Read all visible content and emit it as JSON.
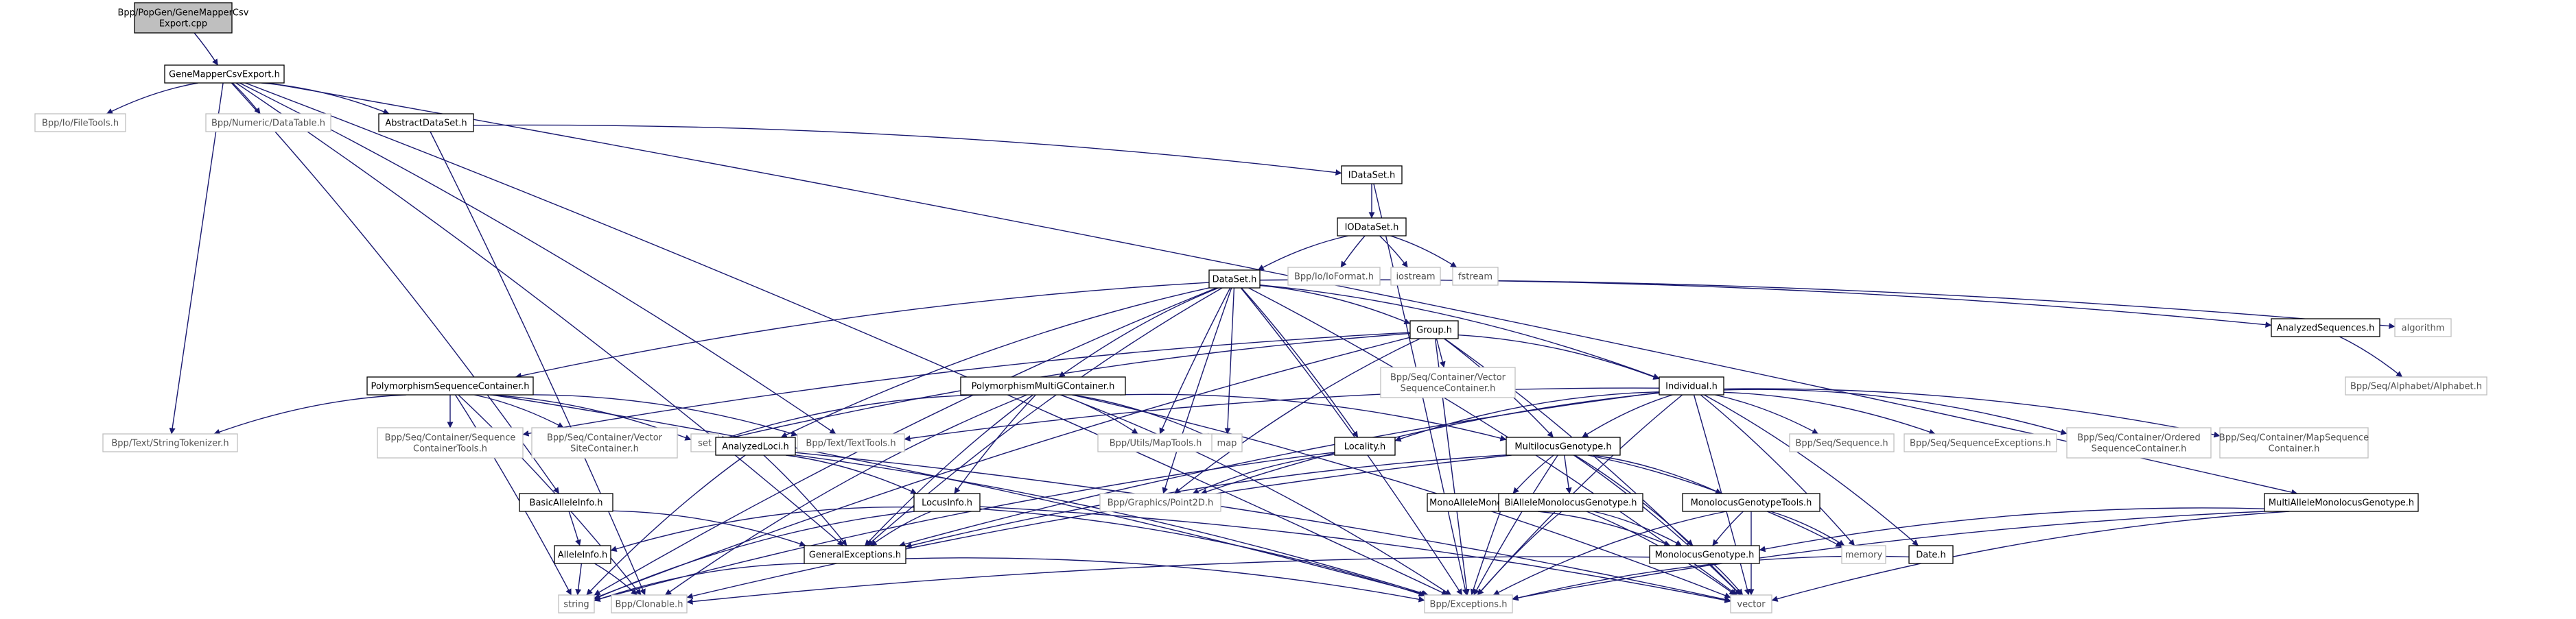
{
  "graph": {
    "colors": {
      "edge": "#191970",
      "internal_border": "#000000",
      "external_border": "#bfbfbf",
      "current_fill": "#bfbfbf"
    },
    "nodes": [
      {
        "id": "root",
        "label": "Bpp/PopGen/GeneMapperCsv\nExport.cpp",
        "kind": "current"
      },
      {
        "id": "gmce",
        "label": "GeneMapperCsvExport.h",
        "kind": "internal"
      },
      {
        "id": "filetools",
        "label": "Bpp/Io/FileTools.h",
        "kind": "external"
      },
      {
        "id": "datatable",
        "label": "Bpp/Numeric/DataTable.h",
        "kind": "external"
      },
      {
        "id": "abstractds",
        "label": "AbstractDataSet.h",
        "kind": "internal"
      },
      {
        "id": "idataset",
        "label": "IDataSet.h",
        "kind": "internal"
      },
      {
        "id": "iodataset",
        "label": "IODataSet.h",
        "kind": "internal"
      },
      {
        "id": "ioformat",
        "label": "Bpp/Io/IoFormat.h",
        "kind": "external"
      },
      {
        "id": "iostream",
        "label": "iostream",
        "kind": "external"
      },
      {
        "id": "fstream",
        "label": "fstream",
        "kind": "external"
      },
      {
        "id": "dataset",
        "label": "DataSet.h",
        "kind": "internal"
      },
      {
        "id": "analyzedseq",
        "label": "AnalyzedSequences.h",
        "kind": "internal"
      },
      {
        "id": "algorithm",
        "label": "algorithm",
        "kind": "external"
      },
      {
        "id": "alphabet",
        "label": "Bpp/Seq/Alphabet/Alphabet.h",
        "kind": "external"
      },
      {
        "id": "group",
        "label": "Group.h",
        "kind": "internal"
      },
      {
        "id": "vsc",
        "label": "Bpp/Seq/Container/Vector\nSequenceContainer.h",
        "kind": "external"
      },
      {
        "id": "psc",
        "label": "PolymorphismSequenceContainer.h",
        "kind": "internal"
      },
      {
        "id": "pmgc",
        "label": "PolymorphismMultiGContainer.h",
        "kind": "internal"
      },
      {
        "id": "individual",
        "label": "Individual.h",
        "kind": "internal"
      },
      {
        "id": "stringtok",
        "label": "Bpp/Text/StringTokenizer.h",
        "kind": "external"
      },
      {
        "id": "sctools",
        "label": "Bpp/Seq/Container/Sequence\nContainerTools.h",
        "kind": "external"
      },
      {
        "id": "vsitec",
        "label": "Bpp/Seq/Container/Vector\nSiteContainer.h",
        "kind": "external"
      },
      {
        "id": "set",
        "label": "set",
        "kind": "external"
      },
      {
        "id": "analyzedloci",
        "label": "AnalyzedLoci.h",
        "kind": "internal"
      },
      {
        "id": "texttools",
        "label": "Bpp/Text/TextTools.h",
        "kind": "external"
      },
      {
        "id": "maptools",
        "label": "Bpp/Utils/MapTools.h",
        "kind": "external"
      },
      {
        "id": "map",
        "label": "map",
        "kind": "external"
      },
      {
        "id": "locality",
        "label": "Locality.h",
        "kind": "internal"
      },
      {
        "id": "multilocus",
        "label": "MultilocusGenotype.h",
        "kind": "internal"
      },
      {
        "id": "seqh",
        "label": "Bpp/Seq/Sequence.h",
        "kind": "external"
      },
      {
        "id": "seqexc",
        "label": "Bpp/Seq/SequenceExceptions.h",
        "kind": "external"
      },
      {
        "id": "osc",
        "label": "Bpp/Seq/Container/Ordered\nSequenceContainer.h",
        "kind": "external"
      },
      {
        "id": "mapsc",
        "label": "Bpp/Seq/Container/MapSequence\nContainer.h",
        "kind": "external"
      },
      {
        "id": "basicallele",
        "label": "BasicAlleleInfo.h",
        "kind": "internal"
      },
      {
        "id": "locusinfo",
        "label": "LocusInfo.h",
        "kind": "internal"
      },
      {
        "id": "point2d",
        "label": "Bpp/Graphics/Point2D.h",
        "kind": "external"
      },
      {
        "id": "monoallele",
        "label": "MonoAlleleMonolocusGenotype.h",
        "kind": "internal"
      },
      {
        "id": "biallele",
        "label": "BiAlleleMonolocusGenotype.h",
        "kind": "internal"
      },
      {
        "id": "mgtools",
        "label": "MonolocusGenotypeTools.h",
        "kind": "internal"
      },
      {
        "id": "multiallele",
        "label": "MultiAlleleMonolocusGenotype.h",
        "kind": "internal"
      },
      {
        "id": "alleleinfo",
        "label": "AlleleInfo.h",
        "kind": "internal"
      },
      {
        "id": "genexc",
        "label": "GeneralExceptions.h",
        "kind": "internal"
      },
      {
        "id": "monolocus",
        "label": "MonolocusGenotype.h",
        "kind": "internal"
      },
      {
        "id": "memory",
        "label": "memory",
        "kind": "external"
      },
      {
        "id": "date",
        "label": "Date.h",
        "kind": "internal"
      },
      {
        "id": "string",
        "label": "string",
        "kind": "external"
      },
      {
        "id": "clonable",
        "label": "Bpp/Clonable.h",
        "kind": "external"
      },
      {
        "id": "exceptions",
        "label": "Bpp/Exceptions.h",
        "kind": "external"
      },
      {
        "id": "vector",
        "label": "vector",
        "kind": "external"
      }
    ],
    "edges": [
      [
        "root",
        "gmce"
      ],
      [
        "gmce",
        "filetools"
      ],
      [
        "gmce",
        "datatable"
      ],
      [
        "gmce",
        "abstractds"
      ],
      [
        "gmce",
        "stringtok"
      ],
      [
        "gmce",
        "texttools"
      ],
      [
        "gmce",
        "basicallele"
      ],
      [
        "gmce",
        "genexc"
      ],
      [
        "gmce",
        "exceptions"
      ],
      [
        "gmce",
        "multiallele"
      ],
      [
        "abstractds",
        "idataset"
      ],
      [
        "abstractds",
        "clonable"
      ],
      [
        "idataset",
        "iodataset"
      ],
      [
        "idataset",
        "exceptions"
      ],
      [
        "iodataset",
        "dataset"
      ],
      [
        "iodataset",
        "ioformat"
      ],
      [
        "iodataset",
        "iostream"
      ],
      [
        "iodataset",
        "fstream"
      ],
      [
        "dataset",
        "analyzedseq"
      ],
      [
        "dataset",
        "algorithm"
      ],
      [
        "dataset",
        "group"
      ],
      [
        "dataset",
        "psc"
      ],
      [
        "dataset",
        "pmgc"
      ],
      [
        "dataset",
        "individual"
      ],
      [
        "dataset",
        "analyzedloci"
      ],
      [
        "dataset",
        "maptools"
      ],
      [
        "dataset",
        "map"
      ],
      [
        "dataset",
        "locality"
      ],
      [
        "dataset",
        "point2d"
      ],
      [
        "dataset",
        "genexc"
      ],
      [
        "dataset",
        "string"
      ],
      [
        "dataset",
        "vector"
      ],
      [
        "dataset",
        "exceptions"
      ],
      [
        "analyzedseq",
        "alphabet"
      ],
      [
        "group",
        "vsc"
      ],
      [
        "group",
        "individual"
      ],
      [
        "group",
        "set"
      ],
      [
        "group",
        "sctools"
      ],
      [
        "group",
        "point2d"
      ],
      [
        "group",
        "multilocus"
      ],
      [
        "group",
        "exceptions"
      ],
      [
        "group",
        "vector"
      ],
      [
        "group",
        "string"
      ],
      [
        "psc",
        "stringtok"
      ],
      [
        "psc",
        "sctools"
      ],
      [
        "psc",
        "vsitec"
      ],
      [
        "psc",
        "set"
      ],
      [
        "psc",
        "string"
      ],
      [
        "psc",
        "clonable"
      ],
      [
        "psc",
        "texttools"
      ],
      [
        "psc",
        "exceptions"
      ],
      [
        "pmgc",
        "maptools"
      ],
      [
        "pmgc",
        "map"
      ],
      [
        "pmgc",
        "set"
      ],
      [
        "pmgc",
        "multilocus"
      ],
      [
        "pmgc",
        "genexc"
      ],
      [
        "pmgc",
        "clonable"
      ],
      [
        "pmgc",
        "vector"
      ],
      [
        "pmgc",
        "exceptions"
      ],
      [
        "pmgc",
        "locusinfo"
      ],
      [
        "individual",
        "texttools"
      ],
      [
        "individual",
        "locality"
      ],
      [
        "individual",
        "multilocus"
      ],
      [
        "individual",
        "seqh"
      ],
      [
        "individual",
        "seqexc"
      ],
      [
        "individual",
        "osc"
      ],
      [
        "individual",
        "mapsc"
      ],
      [
        "individual",
        "point2d"
      ],
      [
        "individual",
        "date"
      ],
      [
        "individual",
        "genexc"
      ],
      [
        "individual",
        "memory"
      ],
      [
        "individual",
        "vector"
      ],
      [
        "individual",
        "exceptions"
      ],
      [
        "analyzedloci",
        "locusinfo"
      ],
      [
        "analyzedloci",
        "genexc"
      ],
      [
        "analyzedloci",
        "string"
      ],
      [
        "analyzedloci",
        "exceptions"
      ],
      [
        "analyzedloci",
        "vector"
      ],
      [
        "locality",
        "point2d"
      ],
      [
        "locality",
        "string"
      ],
      [
        "multilocus",
        "monoallele"
      ],
      [
        "multilocus",
        "biallele"
      ],
      [
        "multilocus",
        "mgtools"
      ],
      [
        "multilocus",
        "monolocus"
      ],
      [
        "multilocus",
        "genexc"
      ],
      [
        "multilocus",
        "memory"
      ],
      [
        "multilocus",
        "vector"
      ],
      [
        "multilocus",
        "exceptions"
      ],
      [
        "multilocus",
        "clonable"
      ],
      [
        "basicallele",
        "alleleinfo"
      ],
      [
        "basicallele",
        "genexc"
      ],
      [
        "locusinfo",
        "alleleinfo"
      ],
      [
        "locusinfo",
        "genexc"
      ],
      [
        "locusinfo",
        "string"
      ],
      [
        "locusinfo",
        "vector"
      ],
      [
        "locusinfo",
        "exceptions"
      ],
      [
        "monoallele",
        "monolocus"
      ],
      [
        "monoallele",
        "exceptions"
      ],
      [
        "biallele",
        "monolocus"
      ],
      [
        "biallele",
        "exceptions"
      ],
      [
        "biallele",
        "vector"
      ],
      [
        "mgtools",
        "monolocus"
      ],
      [
        "mgtools",
        "memory"
      ],
      [
        "mgtools",
        "vector"
      ],
      [
        "mgtools",
        "exceptions"
      ],
      [
        "multiallele",
        "monolocus"
      ],
      [
        "multiallele",
        "exceptions"
      ],
      [
        "multiallele",
        "vector"
      ],
      [
        "alleleinfo",
        "string"
      ],
      [
        "alleleinfo",
        "clonable"
      ],
      [
        "genexc",
        "string"
      ],
      [
        "genexc",
        "exceptions"
      ],
      [
        "monolocus",
        "clonable"
      ],
      [
        "monolocus",
        "vector"
      ],
      [
        "date",
        "exceptions"
      ]
    ]
  }
}
